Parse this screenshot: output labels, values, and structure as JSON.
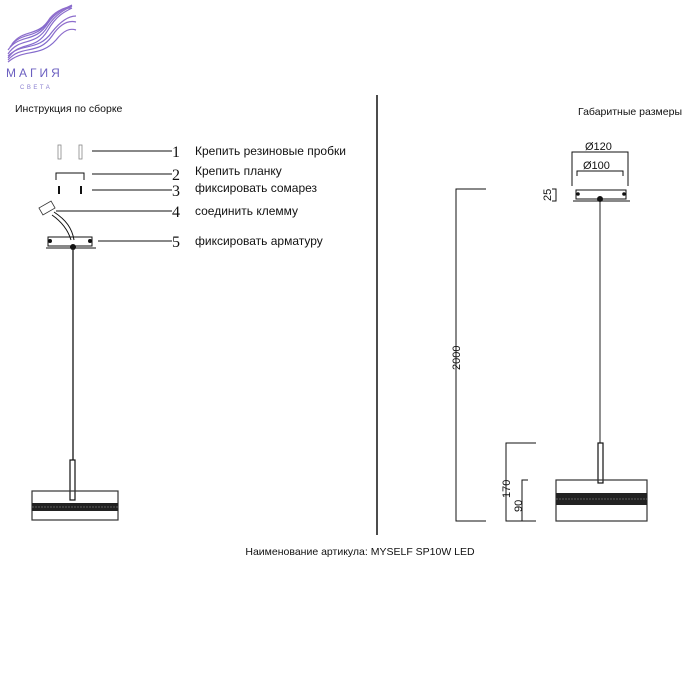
{
  "logo": {
    "line1": "МАГИЯ",
    "line2": "СВЕТА",
    "color_top": "#b06ec8",
    "color_bottom": "#4a5bd0"
  },
  "assembly": {
    "title": "Инструкция по сборке",
    "steps": [
      {
        "num": "1",
        "text": "Крепить резиновые пробки"
      },
      {
        "num": "2",
        "text": "Крепить планку"
      },
      {
        "num": "3",
        "text": "фиксировать сомарез"
      },
      {
        "num": "4",
        "text": "соединить клемму"
      },
      {
        "num": "5",
        "text": "фиксировать арматуру"
      }
    ]
  },
  "dimensions": {
    "title": "Габаритные размеры",
    "d_outer": "Ø120",
    "d_inner": "Ø100",
    "canopy_height": "25",
    "total_height": "2000",
    "shade_height": "170",
    "shade_body": "90"
  },
  "footer": {
    "article": "Наименование артикула: MYSELF SP10W LED"
  }
}
